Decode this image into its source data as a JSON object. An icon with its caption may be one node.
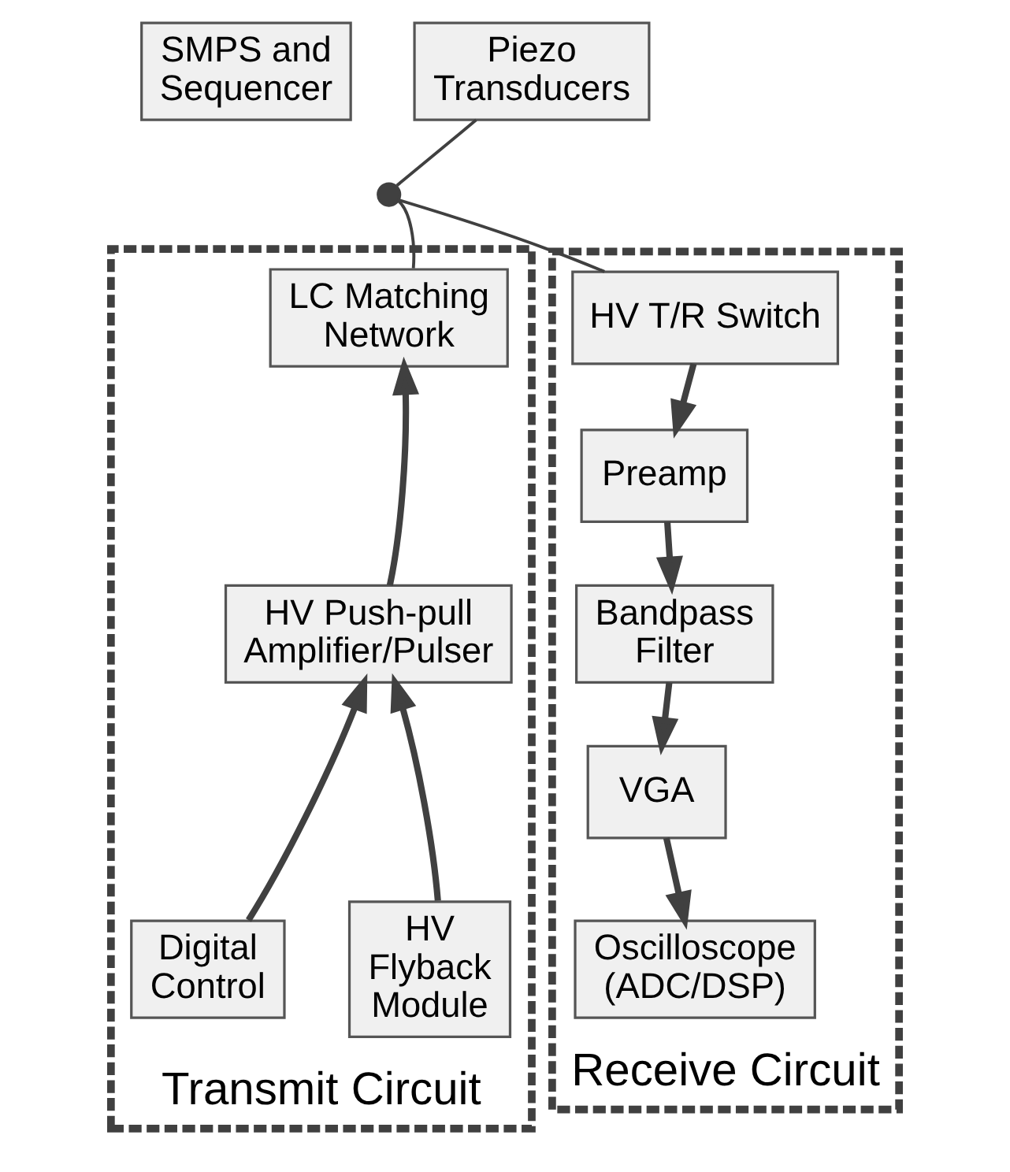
{
  "diagram": {
    "nodes": [
      {
        "text": [
          "Transmit Circuit"
        ]
      },
      {
        "text": [
          "Receive Circuit"
        ]
      },
      {
        "text": [
          "SMPS and Sequencer"
        ]
      },
      {
        "text": [
          "Piezo Transducers"
        ]
      },
      {
        "text": [],
        "shape": "circle"
      },
      {
        "text": [
          "LC Matching Network"
        ],
        "in": 0
      },
      {
        "text": [
          "HV Push-pull Amplifier/Pulser"
        ],
        "in": 0
      },
      {
        "text": [
          "HV Flyback Module"
        ],
        "in": 0
      },
      {
        "text": [
          "Digital Control"
        ],
        "in": 0
      },
      {
        "text": [
          "HV T/R Switch"
        ],
        "in": 1
      },
      {
        "text": [
          "Preamp"
        ],
        "in": 1
      },
      {
        "text": [
          "Bandpass Filter"
        ],
        "in": 1
      },
      {
        "text": [
          "VGA"
        ],
        "in": 1
      },
      {
        "text": [
          "Oscilloscope (ADC/DSP)"
        ],
        "in": 1
      }
    ],
    "edges": [
      {
        "from": 3,
        "to": 4,
        "arrow": "none"
      },
      {
        "from": 4,
        "to": 5,
        "arrow": "none"
      },
      {
        "from": 4,
        "to": 9,
        "arrow": "none"
      },
      {
        "from": 6,
        "to": 5,
        "arrow": "to"
      },
      {
        "from": 7,
        "to": 6,
        "arrow": "to"
      },
      {
        "from": 8,
        "to": 6,
        "arrow": "to"
      },
      {
        "from": 9,
        "to": 10,
        "arrow": "to"
      },
      {
        "from": 10,
        "to": 11,
        "arrow": "to"
      },
      {
        "from": 11,
        "to": 12,
        "arrow": "to"
      },
      {
        "from": 12,
        "to": 13,
        "arrow": "to"
      }
    ]
  }
}
